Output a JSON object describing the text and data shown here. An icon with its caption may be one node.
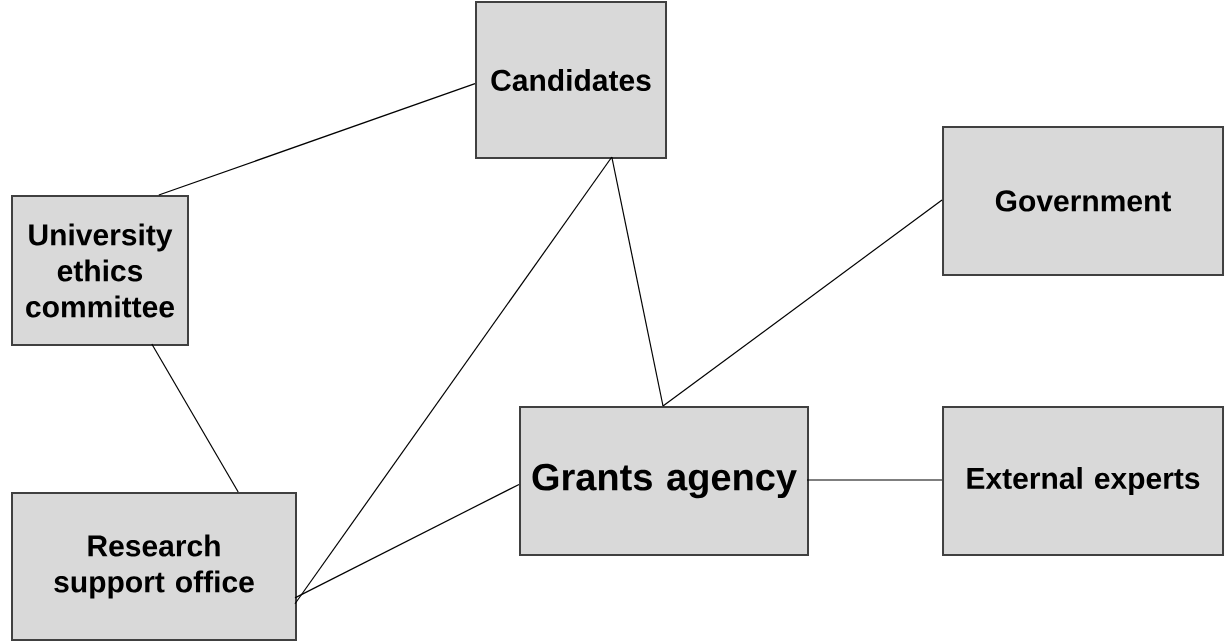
{
  "diagram": {
    "nodes": [
      {
        "text": [
          "Candidates"
        ]
      },
      {
        "text": [
          "Government"
        ]
      },
      {
        "text": [
          "University ethics committee"
        ]
      },
      {
        "text": [
          "Grants agency"
        ]
      },
      {
        "text": [
          "External experts"
        ]
      },
      {
        "text": [
          "Research support office"
        ]
      }
    ],
    "edges": [
      {
        "from": 0,
        "to": 2,
        "arrow": "none"
      },
      {
        "from": 0,
        "to": 5,
        "arrow": "none"
      },
      {
        "from": 0,
        "to": 3,
        "arrow": "none"
      },
      {
        "from": 1,
        "to": 3,
        "arrow": "none"
      },
      {
        "from": 2,
        "to": 5,
        "arrow": "none"
      },
      {
        "from": 5,
        "to": 3,
        "arrow": "none"
      },
      {
        "from": 3,
        "to": 4,
        "arrow": "none"
      }
    ]
  }
}
